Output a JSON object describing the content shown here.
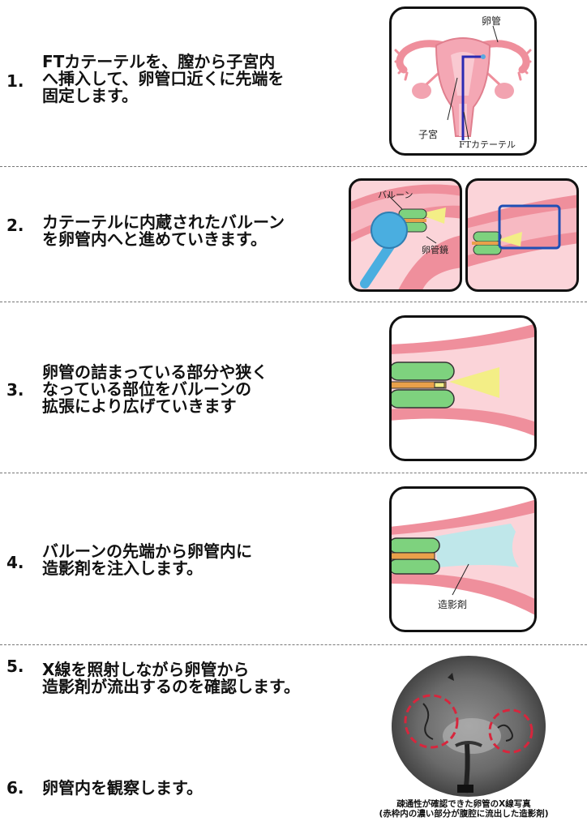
{
  "steps": [
    {
      "num": "1.",
      "lines": [
        "FTカテーテルを、膣から子宮内",
        "へ挿入して、卵管口近くに先端を",
        "固定します。"
      ]
    },
    {
      "num": "2.",
      "lines": [
        "カテーテルに内蔵されたバルーン",
        "を卵管内へと進めていきます。"
      ]
    },
    {
      "num": "3.",
      "lines": [
        "卵管の詰まっている部分や狭く",
        "なっている部位をバルーンの",
        "拡張により広げていきます"
      ]
    },
    {
      "num": "4.",
      "lines": [
        "バルーンの先端から卵管内に",
        "造影剤を注入します。"
      ]
    },
    {
      "num": "5.",
      "lines": [
        "X線を照射しながら卵管から",
        "造影剤が流出するのを確認します。"
      ]
    },
    {
      "num": "6.",
      "lines": [
        "卵管内を観察します。"
      ]
    }
  ],
  "labels": {
    "fallopian_tube": "卵管",
    "uterus": "子宮",
    "ft_catheter": "FTカテーテル",
    "balloon": "バルーン",
    "tubescope": "卵管鏡",
    "contrast": "造影剤"
  },
  "caption": {
    "line1": "疎通性が確認できた卵管のX線写真",
    "line2": "(赤枠内の濃い部分が腹腔に流出した造影剤)"
  }
}
